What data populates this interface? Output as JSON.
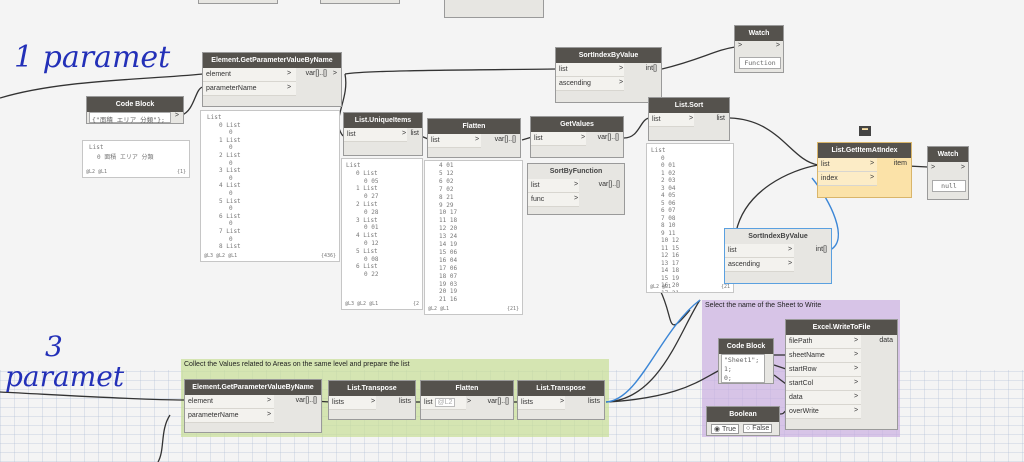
{
  "annotations": {
    "note1": "1 paramet",
    "note3": "3",
    "note3b": "paramet"
  },
  "nodes": {
    "getparam1": {
      "title": "Element.GetParameterValueByName",
      "in1": "element",
      "in2": "parameterName",
      "out": "var[]..[]",
      "preview": [
        "List",
        "0 List",
        "0",
        "1 List",
        "0",
        "2 List",
        "0",
        "3 List",
        "0",
        "4 List",
        "0",
        "5 List",
        "0",
        "6 List",
        "0",
        "7 List",
        "0",
        "8 List"
      ],
      "foot": "@L3 @L2 @L1",
      "count": "{436}"
    },
    "codeblock1": {
      "title": "Code Block",
      "code": "{\"面積 エリア 分類\"};",
      "preview": [
        "List",
        "0 面積 エリア 分類"
      ],
      "foot": "@L2 @L1",
      "count": "{1}"
    },
    "unique": {
      "title": "List.UniqueItems",
      "in": "list",
      "out": "list",
      "preview": [
        "List",
        "0 List",
        "0 05",
        "1 List",
        "0 27",
        "2 List",
        "0 28",
        "3 List",
        "0 01",
        "4 List",
        "0 12",
        "5 List",
        "0 08",
        "6 List",
        "0 22"
      ],
      "foot": "@L3 @L2 @L1",
      "count": "{2"
    },
    "flatten1": {
      "title": "Flatten",
      "in": "list",
      "out": "var[]..[]",
      "preview": [
        "4 01",
        "5 12",
        "6 02",
        "7 02",
        "8 21",
        "9 29",
        "10 17",
        "11 18",
        "12 20",
        "13 24",
        "14 19",
        "15 06",
        "16 04",
        "17 06",
        "18 07",
        "19 03",
        "20 19",
        "21 16"
      ],
      "foot": "@L2 @L1",
      "count": "{21}"
    },
    "getvalues": {
      "title": "GetValues",
      "in": "list",
      "out": "var[]..[]"
    },
    "sortbyfunc": {
      "title": "SortByFunction",
      "in1": "list",
      "in2": "func",
      "out": "var[]..[]"
    },
    "sortbyvalue1": {
      "title": "SortIndexByValue",
      "in1": "list",
      "in2": "ascending",
      "out": "int[]"
    },
    "watch1": {
      "title": "Watch",
      "in": ">",
      "out": ">",
      "value": "Function"
    },
    "listsort": {
      "title": "List.Sort",
      "in": "list",
      "out": "list",
      "preview": [
        "List",
        "0",
        "0 01",
        "1 02",
        "2 03",
        "3 04",
        "4 05",
        "5 06",
        "6 07",
        "7 08",
        "8 10",
        "9 11",
        "10 12",
        "11 15",
        "12 16",
        "13 17",
        "14 18",
        "15 19",
        "16 20",
        "17 21"
      ],
      "foot": "@L2 @L1",
      "count": "{21"
    },
    "getitem": {
      "title": "List.GetItemAtIndex",
      "in1": "list",
      "in2": "index",
      "out": "item"
    },
    "watch2": {
      "title": "Watch",
      "in": ">",
      "out": ">",
      "value": "null"
    },
    "sortbyvalue2": {
      "title": "SortIndexByValue",
      "in1": "list",
      "in2": "ascending",
      "out": "int[]"
    },
    "getparam2": {
      "title": "Element.GetParameterValueByName",
      "in1": "element",
      "in2": "parameterName",
      "out": "var[]..[]"
    },
    "transpose1": {
      "title": "List.Transpose",
      "in": "lists",
      "out": "lists"
    },
    "flatten2": {
      "title": "Flatten",
      "in": "list",
      "inval": "@L2",
      "out": "var[]..[]"
    },
    "transpose2": {
      "title": "List.Transpose",
      "in": "lists",
      "out": "lists"
    },
    "codeblock2": {
      "title": "Code Block",
      "code1": "\"Sheet1\";",
      "code2": "1;",
      "code3": "0;"
    },
    "boolean": {
      "title": "Boolean",
      "true": "True",
      "false": "False"
    },
    "excel": {
      "title": "Excel.WriteToFile",
      "in1": "filePath",
      "in2": "sheetName",
      "in3": "startRow",
      "in4": "startCol",
      "in5": "data",
      "in6": "overWrite",
      "out": "data"
    }
  },
  "groups": {
    "green": "Collect the Values related to Areas on the same level and prepare the list",
    "purple": "Select the name of the Sheet to Write"
  },
  "colors": {
    "header": "#55524d",
    "wire": "#333333",
    "wire_sel": "#3b86d6",
    "yellow": "#fbe2a8",
    "green_group": "#d6e6a8",
    "purple_group": "#d9c4ea"
  }
}
